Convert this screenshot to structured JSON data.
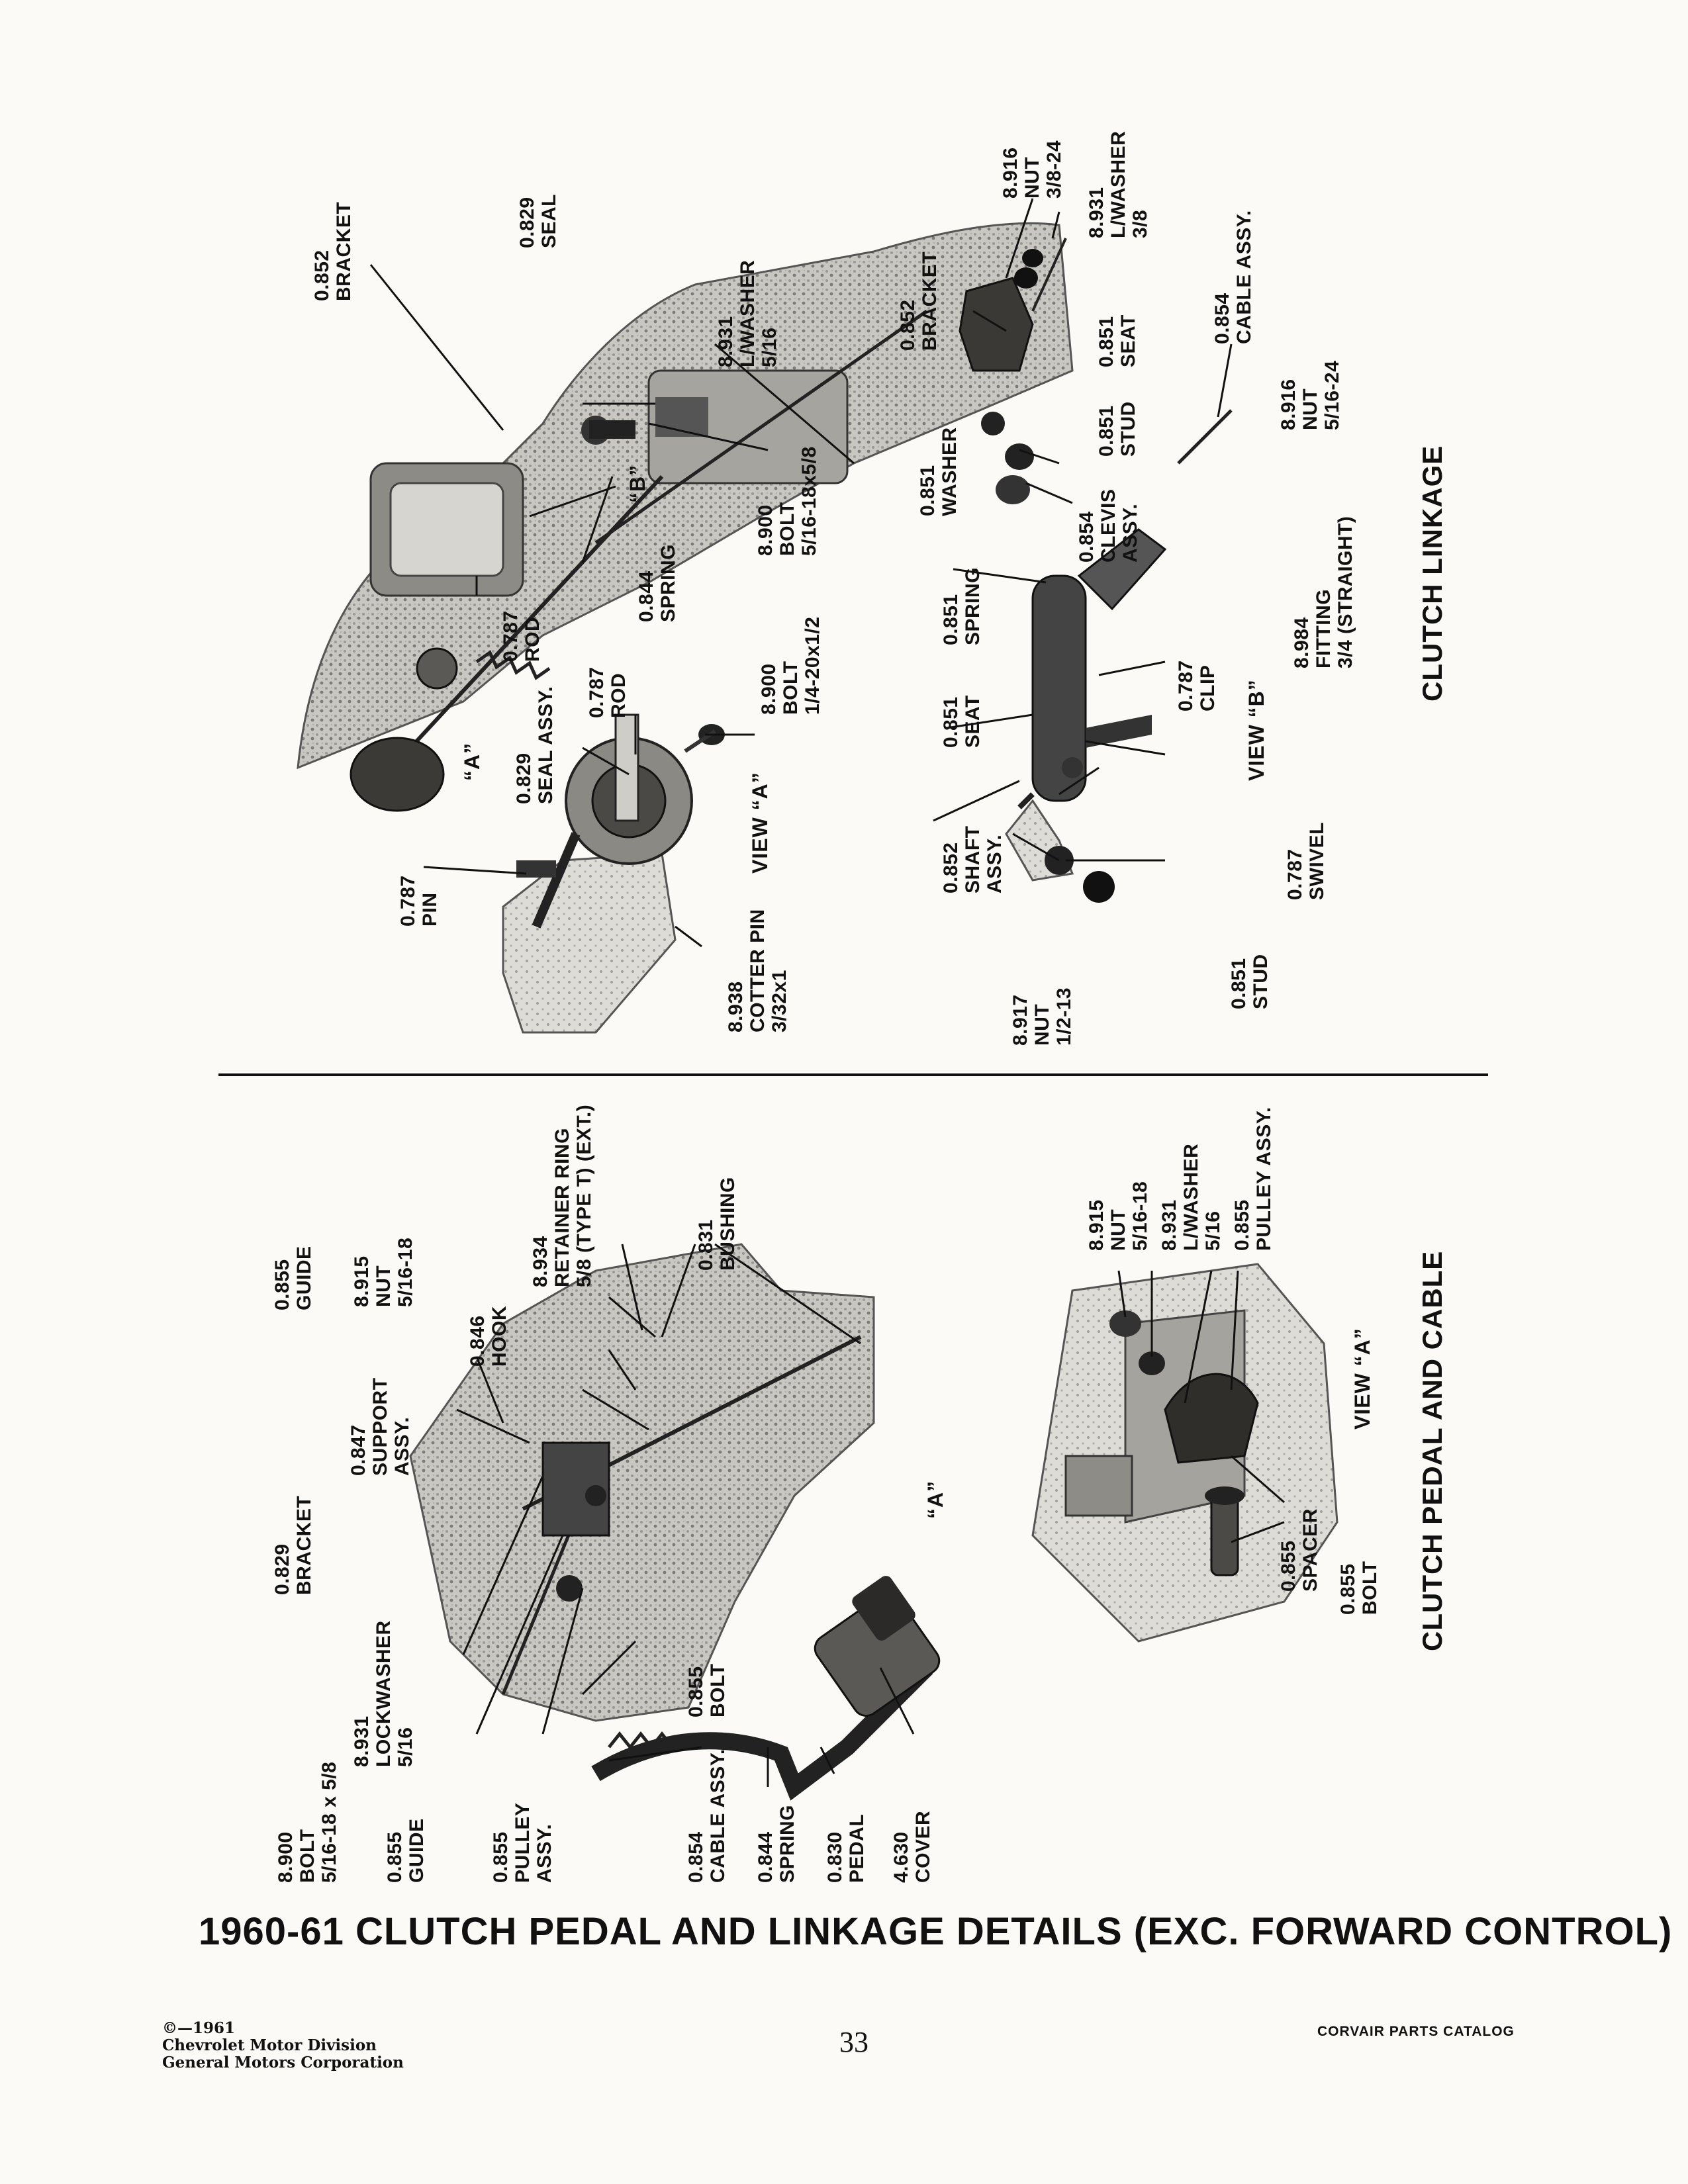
{
  "main_title": "1960-61 CLUTCH PEDAL AND LINKAGE DETAILS (EXC. FORWARD CONTROL)",
  "top_section": {
    "title": "CLUTCH LINKAGE",
    "view_a": "VIEW “A”",
    "view_b": "VIEW “B”",
    "marker_a": "“A”",
    "marker_b": "“B”",
    "callouts": [
      {
        "lines": [
          "0.852",
          "BRACKET"
        ]
      },
      {
        "lines": [
          "0.829",
          "SEAL"
        ]
      },
      {
        "lines": [
          "8.931",
          "L/WASHER",
          "5/16"
        ]
      },
      {
        "lines": [
          "8.900",
          "BOLT",
          "5/16-18x5/8"
        ]
      },
      {
        "lines": [
          "0.844",
          "SPRING"
        ]
      },
      {
        "lines": [
          "0.787",
          "ROD"
        ]
      },
      {
        "lines": [
          "0.787",
          "ROD"
        ]
      },
      {
        "lines": [
          "0.829",
          "SEAL ASSY."
        ]
      },
      {
        "lines": [
          "8.900",
          "BOLT",
          "1/4-20x1/2"
        ]
      },
      {
        "lines": [
          "0.787",
          "PIN"
        ]
      },
      {
        "lines": [
          "8.938",
          "COTTER PIN",
          "3/32x1"
        ]
      },
      {
        "lines": [
          "8.916",
          "NUT",
          "3/8-24"
        ]
      },
      {
        "lines": [
          "8.931",
          "L/WASHER",
          "3/8"
        ]
      },
      {
        "lines": [
          "0.854",
          "CABLE ASSY."
        ]
      },
      {
        "lines": [
          "0.852",
          "BRACKET"
        ]
      },
      {
        "lines": [
          "0.851",
          "SEAT"
        ]
      },
      {
        "lines": [
          "8.916",
          "NUT",
          "5/16-24"
        ]
      },
      {
        "lines": [
          "0.851",
          "WASHER"
        ]
      },
      {
        "lines": [
          "0.851",
          "STUD"
        ]
      },
      {
        "lines": [
          "0.854",
          "CLEVIS",
          "ASSY."
        ]
      },
      {
        "lines": [
          "0.851",
          "SPRING"
        ]
      },
      {
        "lines": [
          "0.851",
          "SEAT"
        ]
      },
      {
        "lines": [
          "8.984",
          "FITTING",
          "3/4 (STRAIGHT)"
        ]
      },
      {
        "lines": [
          "0.787",
          "CLIP"
        ]
      },
      {
        "lines": [
          "0.852",
          "SHAFT",
          "ASSY."
        ]
      },
      {
        "lines": [
          "0.787",
          "SWIVEL"
        ]
      },
      {
        "lines": [
          "8.917",
          "NUT",
          "1/2-13"
        ]
      },
      {
        "lines": [
          "0.851",
          "STUD"
        ]
      }
    ]
  },
  "bottom_section": {
    "title": "CLUTCH PEDAL AND CABLE",
    "view_a": "VIEW “A”",
    "marker_a": "“A”",
    "callouts": [
      {
        "lines": [
          "0.855",
          "GUIDE"
        ]
      },
      {
        "lines": [
          "8.915",
          "NUT",
          "5/16-18"
        ]
      },
      {
        "lines": [
          "8.934",
          "RETAINER RING",
          "5/8 (TYPE T) (EXT.)"
        ]
      },
      {
        "lines": [
          "0.831",
          "BUSHING"
        ]
      },
      {
        "lines": [
          "0.846",
          "HOOK"
        ]
      },
      {
        "lines": [
          "0.847",
          "SUPPORT",
          "ASSY."
        ]
      },
      {
        "lines": [
          "0.829",
          "BRACKET"
        ]
      },
      {
        "lines": [
          "8.931",
          "LOCKWASHER",
          "5/16"
        ]
      },
      {
        "lines": [
          "8.900",
          "BOLT",
          "5/16-18 x 5/8"
        ]
      },
      {
        "lines": [
          "0.855",
          "GUIDE"
        ]
      },
      {
        "lines": [
          "0.855",
          "PULLEY",
          "ASSY."
        ]
      },
      {
        "lines": [
          "0.855",
          "BOLT"
        ]
      },
      {
        "lines": [
          "0.854",
          "CABLE ASSY."
        ]
      },
      {
        "lines": [
          "0.844",
          "SPRING"
        ]
      },
      {
        "lines": [
          "0.830",
          "PEDAL"
        ]
      },
      {
        "lines": [
          "4.630",
          "COVER"
        ]
      },
      {
        "lines": [
          "8.915",
          "NUT",
          "5/16-18"
        ]
      },
      {
        "lines": [
          "8.931",
          "L/WASHER",
          "5/16"
        ]
      },
      {
        "lines": [
          "0.855",
          "PULLEY ASSY."
        ]
      },
      {
        "lines": [
          "0.855",
          "SPACER"
        ]
      },
      {
        "lines": [
          "0.855",
          "BOLT"
        ]
      }
    ]
  },
  "footer": {
    "copyright_lines": [
      "©—1961",
      "Chevrolet Motor Division",
      "General Motors Corporation"
    ],
    "page_number": "33",
    "catalog_name": "CORVAIR PARTS CATALOG"
  }
}
